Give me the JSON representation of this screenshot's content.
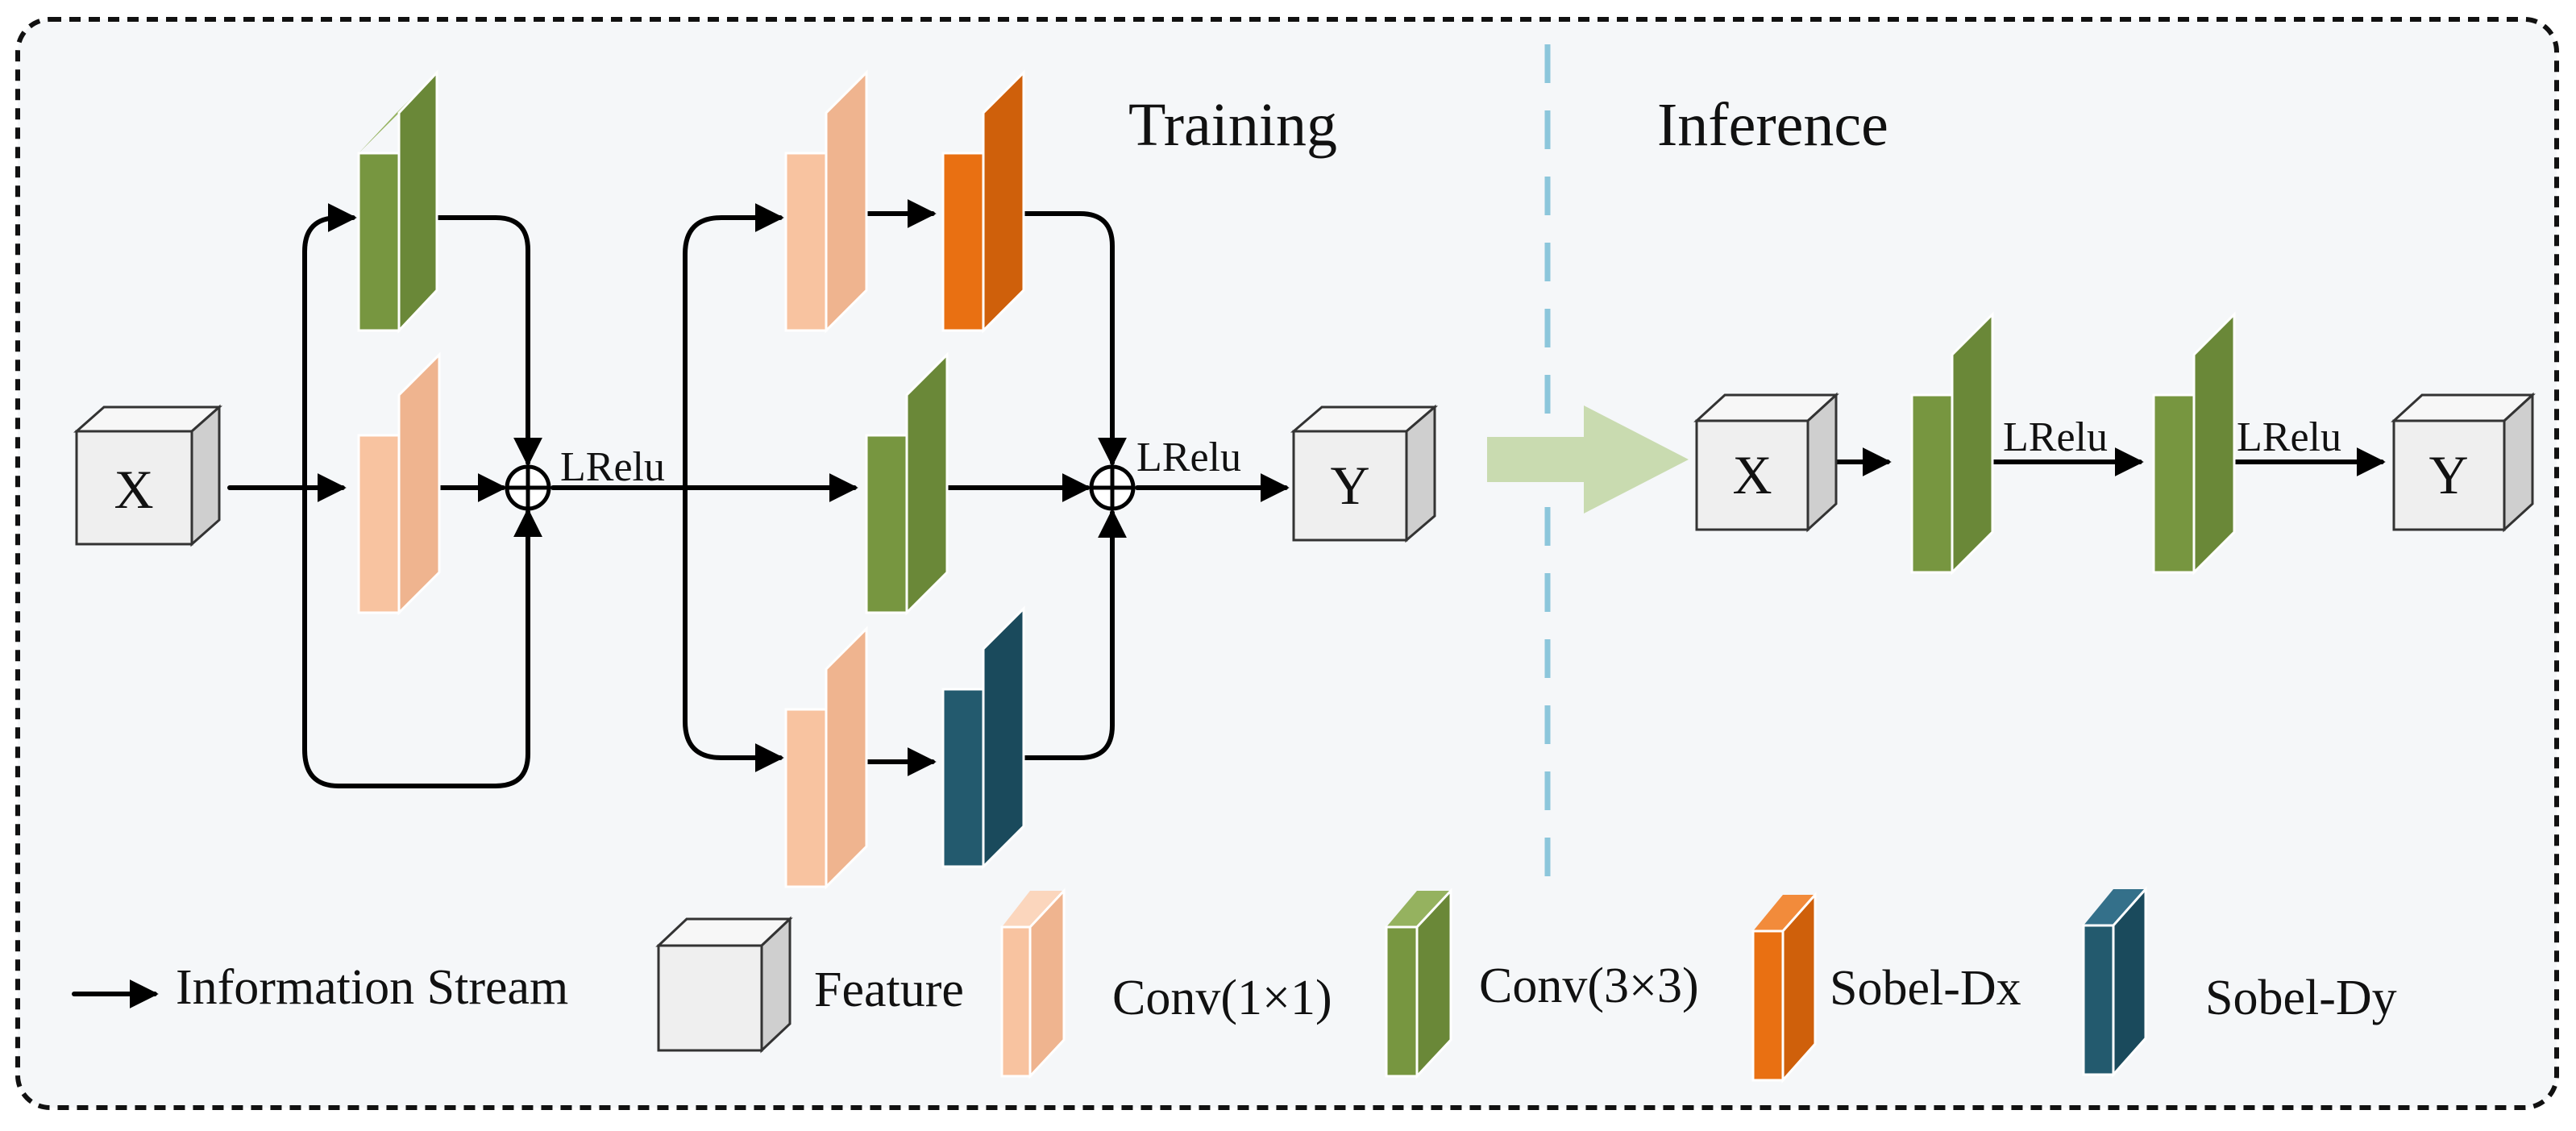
{
  "panels": {
    "training_title": "Training",
    "inference_title": "Inference"
  },
  "training": {
    "input_label": "X",
    "output_label": "Y",
    "activation_1": "LRelu",
    "activation_2": "LRelu"
  },
  "inference": {
    "input_label": "X",
    "output_label": "Y",
    "activation_1": "LRelu",
    "activation_2": "LRelu"
  },
  "legend": {
    "information_stream": "Information Stream",
    "feature": "Feature",
    "conv1x1": "Conv(1×1)",
    "conv3x3": "Conv(3×3)",
    "sobel_dx": "Sobel-Dx",
    "sobel_dy": "Sobel-Dy"
  },
  "colors": {
    "conv1x1": "#F8C3A0",
    "conv3x3": "#779640",
    "sobel_dx": "#E97012",
    "sobel_dy": "#235A6E",
    "feature_cube": "#EFEFEF",
    "panel_background": "#F5F7F9",
    "divider": "#8CC6DB",
    "reparam_arrow": "#C9DBB0"
  }
}
